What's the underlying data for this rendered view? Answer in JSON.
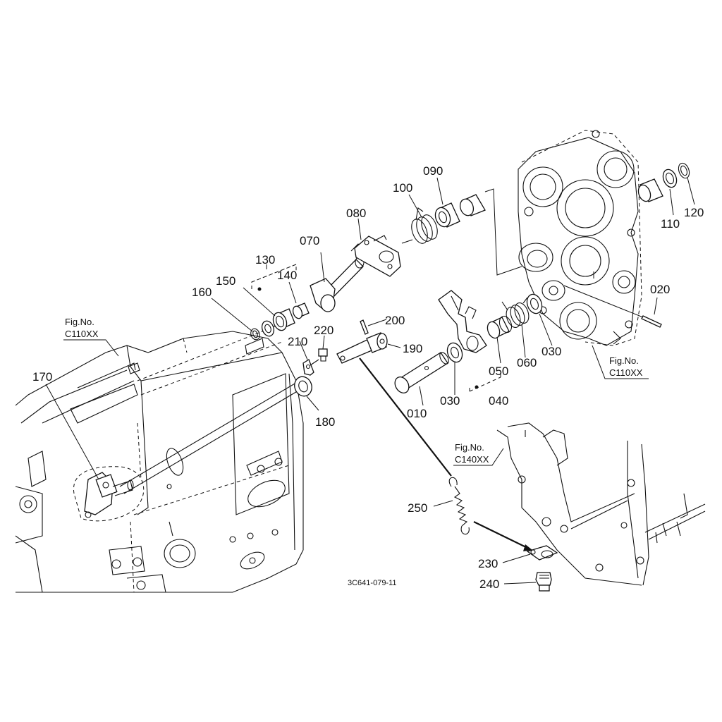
{
  "labels": {
    "p010": "010",
    "p020": "020",
    "p030a": "030",
    "p030b": "030",
    "p040": "040",
    "p050": "050",
    "p060": "060",
    "p070": "070",
    "p080": "080",
    "p090": "090",
    "p100": "100",
    "p110": "110",
    "p120": "120",
    "p130": "130",
    "p140": "140",
    "p150": "150",
    "p160": "160",
    "p170": "170",
    "p180": "180",
    "p190": "190",
    "p200": "200",
    "p210": "210",
    "p220": "220",
    "p230": "230",
    "p240": "240",
    "p250": "250"
  },
  "references": {
    "left": {
      "line1": "Fig.No.",
      "line2": "C110XX"
    },
    "right": {
      "line1": "Fig.No.",
      "line2": "C110XX"
    },
    "lower": {
      "line1": "Fig.No.",
      "line2": "C140XX"
    }
  },
  "drawing_code": "3C641-079-11"
}
